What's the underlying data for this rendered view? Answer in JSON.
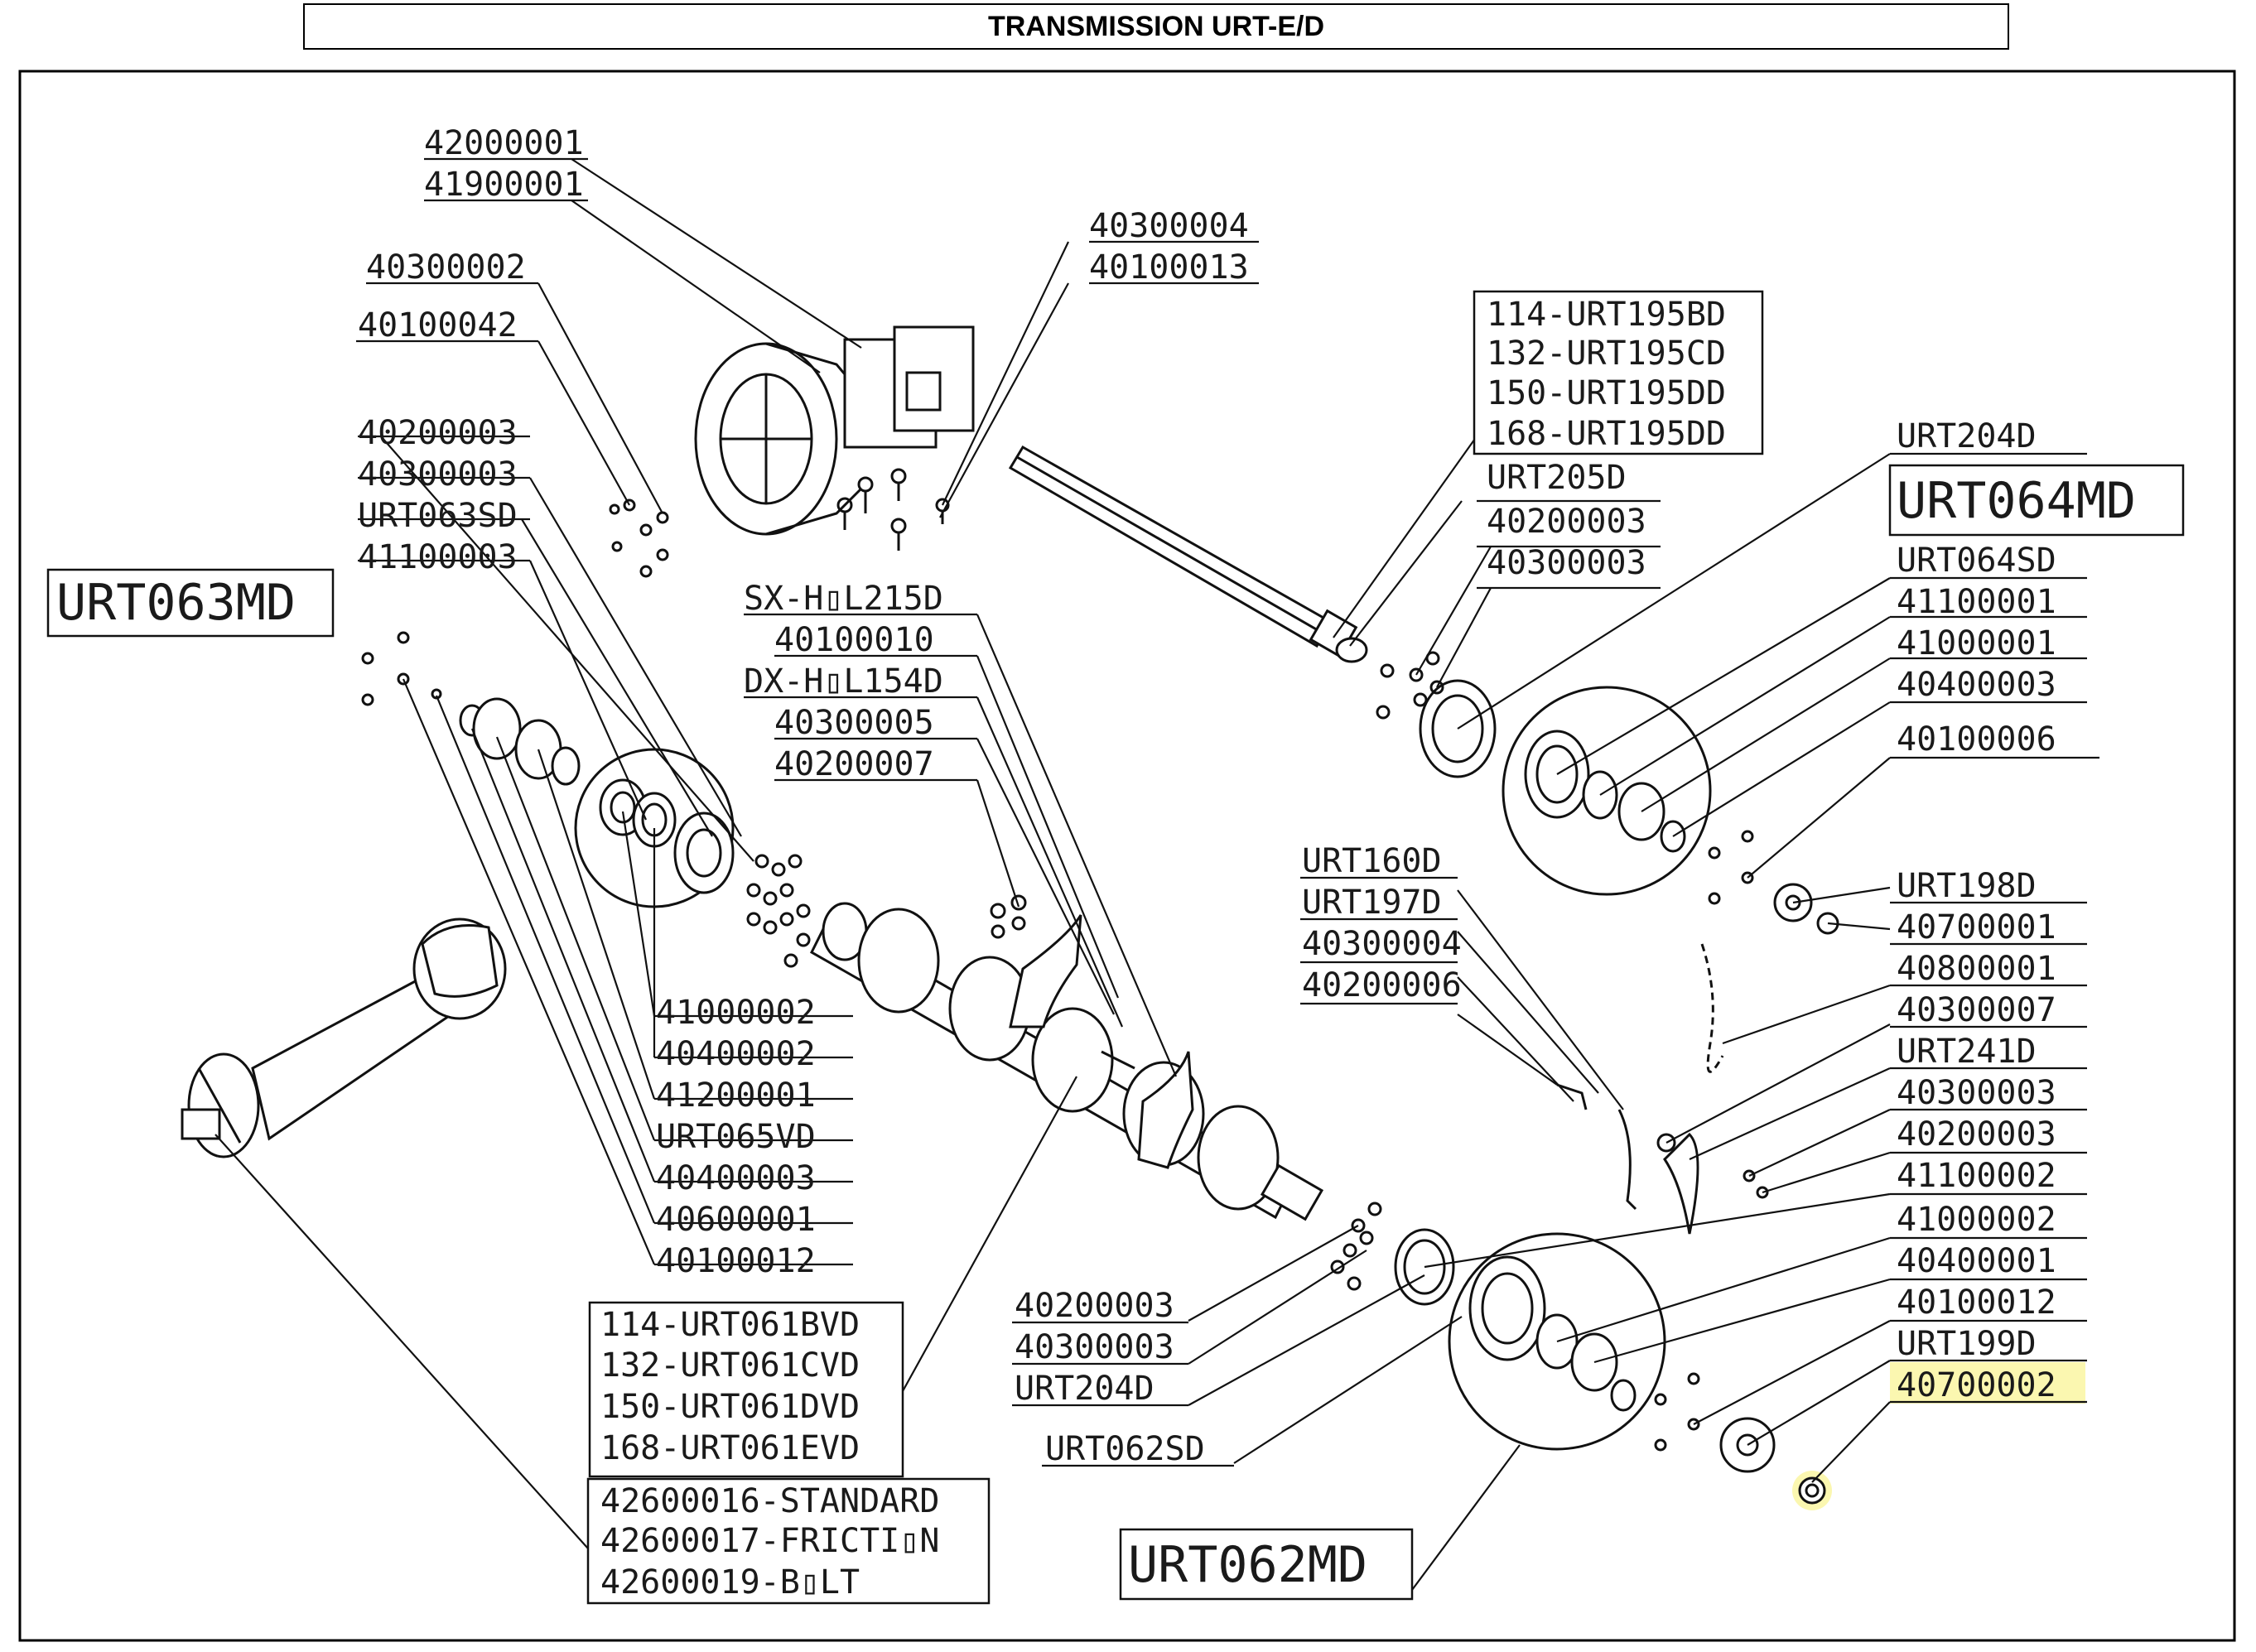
{
  "title": "TRANSMISSION URT-E/D",
  "assemblies": {
    "left": "URT063MD",
    "right_top": "URT064MD",
    "right_bottom": "URT062MD"
  },
  "labels": {
    "l1": "42000001",
    "l2": "41900001",
    "l3": "40300002",
    "l4": "40100042",
    "l5": "40200003",
    "l6": "40300003",
    "l7": "URT063SD",
    "l8": "41100003",
    "l9": "40300004",
    "l10": "40100013",
    "l11": "SX-H▯L215D",
    "l12": "40100010",
    "l13": "DX-H▯L154D",
    "l14": "40300005",
    "l15": "40200007",
    "l16": "41000002",
    "l17": "40400002",
    "l18": "41200001",
    "l19": "URT065VD",
    "l20": "40400003",
    "l21": "40600001",
    "l22": "40100012",
    "l23": "URT205D",
    "l24": "40200003",
    "l25": "40300003",
    "l26": "URT204D",
    "l27": "URT064SD",
    "l28": "41100001",
    "l29": "41000001",
    "l30": "40400003",
    "l31": "40100006",
    "l32": "URT198D",
    "l33": "40700001",
    "l34": "40800001",
    "l35": "40300007",
    "l36": "URT241D",
    "l37": "40300003",
    "l38": "40200003",
    "l39": "41100002",
    "l40": "41000002",
    "l41": "40400001",
    "l42": "40100012",
    "l43": "URT199D",
    "l44": "40700002",
    "l45": "URT160D",
    "l46": "URT197D",
    "l47": "40300004",
    "l48": "40200006",
    "l49": "40200003",
    "l50": "40300003",
    "l51": "URT204D",
    "l52": "URT062SD"
  },
  "boxes": {
    "shaft_top": [
      "114-URT195BD",
      "132-URT195CD",
      "150-URT195DD",
      "168-URT195DD"
    ],
    "rotor": [
      "114-URT061BVD",
      "132-URT061CVD",
      "150-URT061DVD",
      "168-URT061EVD"
    ],
    "pto": [
      "42600016-STANDARD",
      "42600017-FRICTI▯N",
      "42600019-B▯LT"
    ]
  },
  "highlighted_part": "40700002",
  "highlight_color": "#fbf7b0"
}
